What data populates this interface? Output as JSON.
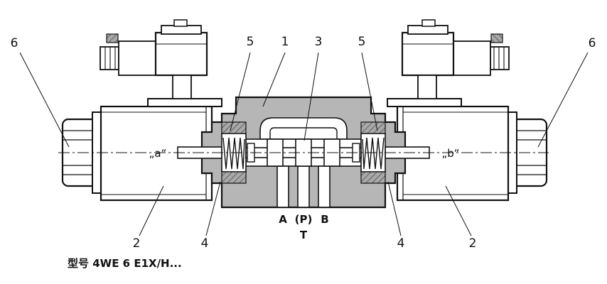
{
  "figure": {
    "caption": "型号 4WE 6 E1X/H...",
    "solenoid_left": "„a“",
    "solenoid_right": "„b“",
    "ports": {
      "a": "A",
      "p": "(P)",
      "b": "B",
      "t": "T"
    },
    "callouts": {
      "nut_left": "6",
      "spring_left": "5",
      "housing": "1",
      "spool": "3",
      "spring_right": "5",
      "nut_right": "6",
      "coil_left": "2",
      "seat_left": "4",
      "seat_right": "4",
      "coil_right": "2"
    },
    "colors": {
      "body_fill": "#b6b6b6",
      "line": "#111111",
      "background": "#ffffff"
    }
  }
}
